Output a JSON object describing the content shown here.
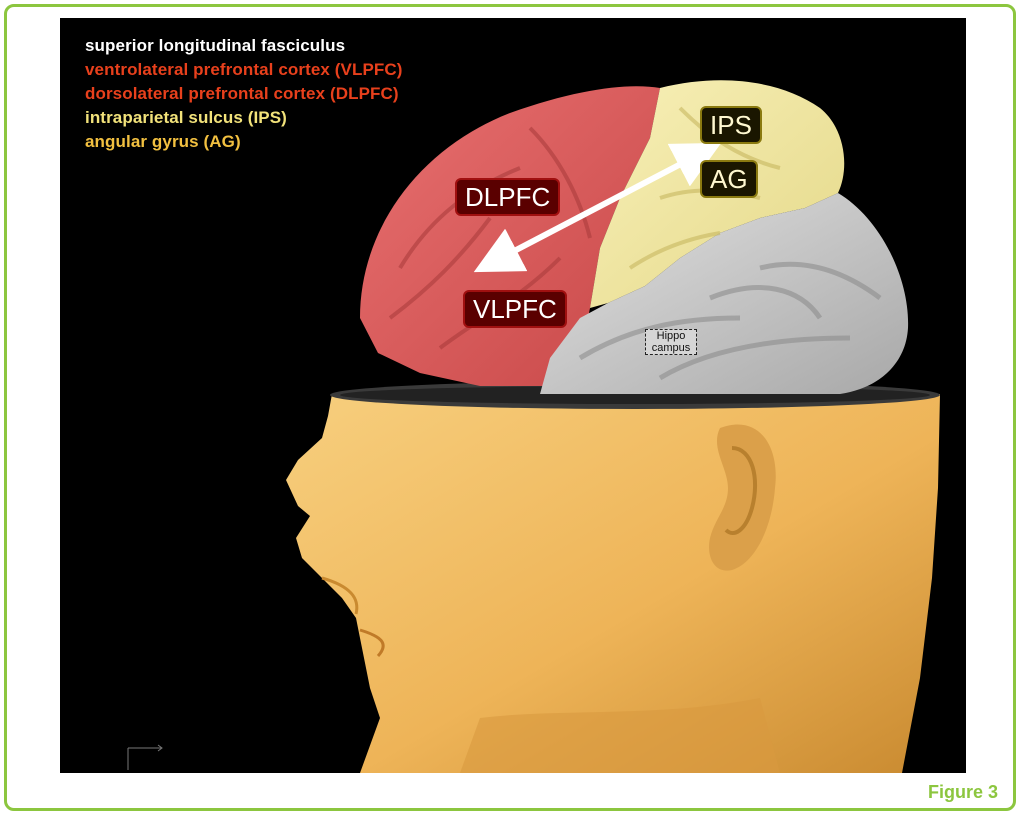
{
  "legend": [
    {
      "text": "superior longitudinal fasciculus",
      "color": "#ffffff"
    },
    {
      "text": "ventrolateral prefrontal cortex (VLPFC)",
      "color": "#e8401c"
    },
    {
      "text": "dorsolateral prefrontal cortex (DLPFC)",
      "color": "#e8401c"
    },
    {
      "text": "intraparietal sulcus (IPS)",
      "color": "#f2e27a"
    },
    {
      "text": "angular gyrus (AG)",
      "color": "#f2c040"
    }
  ],
  "labels": {
    "dlpfc": "DLPFC",
    "vlpfc": "VLPFC",
    "ips": "IPS",
    "ag": "AG",
    "hippocampus": "Hippo campus"
  },
  "caption": "Figure 3",
  "colors": {
    "frame": "#8cc63f",
    "frontal": "#e05a5a",
    "parietal": "#f2eaa8",
    "temporal": "#c8c8c8",
    "head": "#f0b860"
  }
}
